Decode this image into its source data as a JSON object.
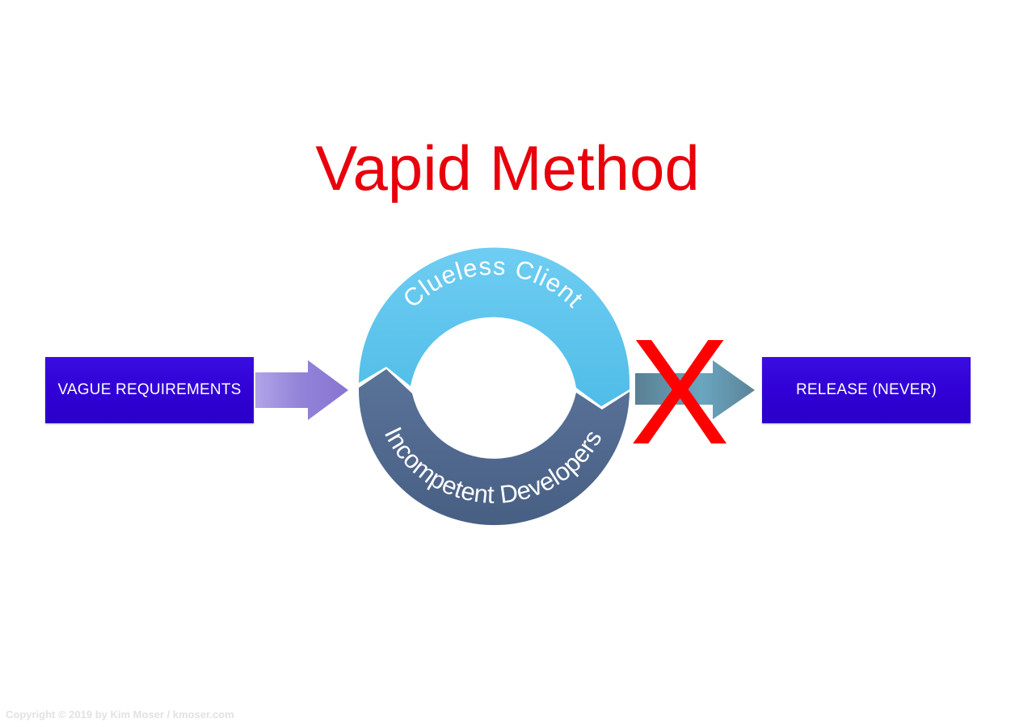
{
  "title": "Vapid Method",
  "left_box": "VAGUE REQUIREMENTS",
  "right_box": "RELEASE (NEVER)",
  "cycle": {
    "top_label": "Clueless Client",
    "bottom_label": "Incompetent Developers"
  },
  "cancel_mark": "X",
  "copyright": "Copyright © 2019 by Kim Moser / kmoser.com",
  "colors": {
    "title": "#e8000b",
    "box_fill": "#3300d8",
    "top_arc": "#56c3ec",
    "bottom_arc": "#50698e",
    "left_arrow": "#9585d8",
    "right_arrow": "#5d8fa6",
    "cancel_mark": "#ff0000"
  }
}
